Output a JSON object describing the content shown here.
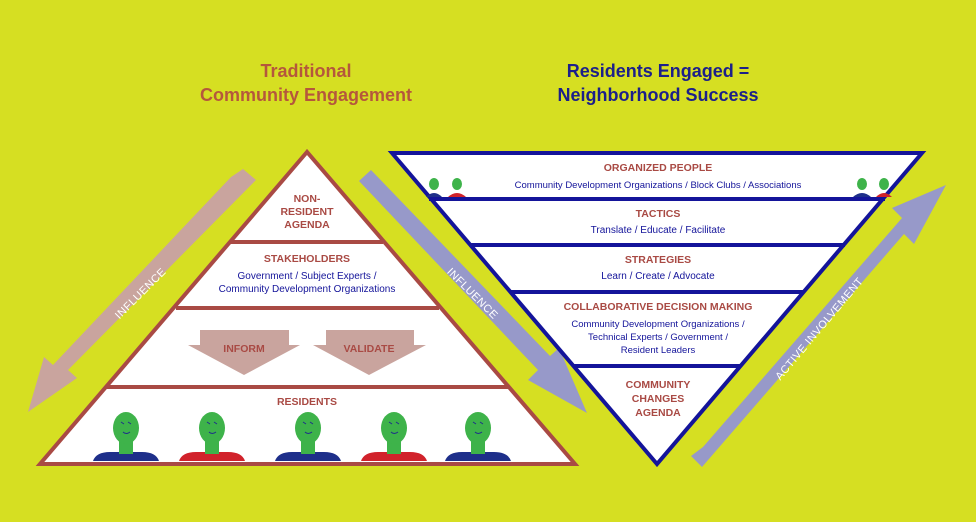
{
  "colors": {
    "background": "#d6df22",
    "left_title": "#b5573c",
    "right_title": "#1c1f8a",
    "left_outline": "#a94a44",
    "right_outline": "#14149a",
    "label_red": "#a94a44",
    "label_blue": "#14149a",
    "arrow_pink": "#c9a49e",
    "arrow_lavender": "#9799c9",
    "head_green": "#3eb34a",
    "shirt_blue": "#1e2f8a",
    "shirt_red": "#d1222b"
  },
  "left": {
    "title_line1": "Traditional",
    "title_line2": "Community Engagement",
    "tiers": {
      "top": [
        "NON-",
        "RESIDENT",
        "AGENDA"
      ],
      "stakeholders_heading": "STAKEHOLDERS",
      "stakeholders_line1": "Government / Subject Experts /",
      "stakeholders_line2": "Community Development Organizations",
      "inform": "INFORM",
      "validate": "VALIDATE",
      "residents": "RESIDENTS"
    },
    "arrow_left": "INFLUENCE",
    "arrow_right": "INFLUENCE",
    "people_shirts": [
      "blue",
      "red",
      "blue",
      "red",
      "blue"
    ]
  },
  "right": {
    "title_line1": "Residents Engaged =",
    "title_line2": "Neighborhood Success",
    "tiers": {
      "organized_heading": "ORGANIZED PEOPLE",
      "organized_line": "Community Development Organizations / Block Clubs / Associations",
      "tactics_heading": "TACTICS",
      "tactics_line": "Translate / Educate / Facilitate",
      "strategies_heading": "STRATEGIES",
      "strategies_line": "Learn / Create / Advocate",
      "collab_heading": "COLLABORATIVE DECISION MAKING",
      "collab_line1": "Community Development Organizations /",
      "collab_line2": "Technical Experts / Government /",
      "collab_line3": "Resident Leaders",
      "bottom": [
        "COMMUNITY",
        "CHANGES",
        "AGENDA"
      ]
    },
    "arrow": "ACTIVE INVOLVEMENT"
  }
}
